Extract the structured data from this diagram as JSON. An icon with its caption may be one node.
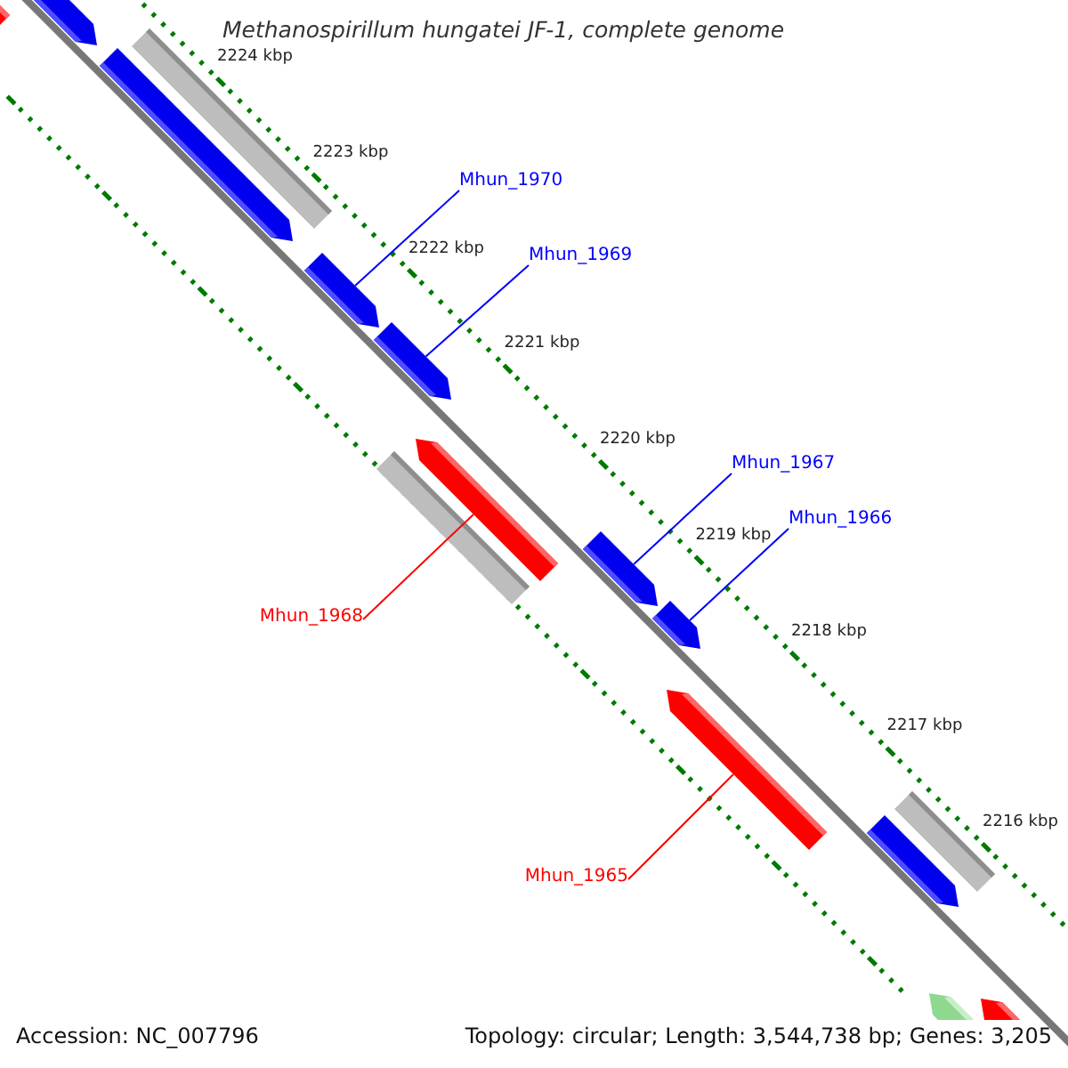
{
  "diagram": {
    "title": "Methanospirillum hungatei JF-1, complete genome",
    "nodes": [
      {
        "text": [],
        "shape": "arrow"
      },
      {
        "text": [],
        "shape": "arrow"
      },
      {
        "text": [],
        "shape": "bar"
      },
      {
        "text": [],
        "shape": "arrow"
      },
      {
        "text": [
          "Mhun_1970"
        ]
      },
      {
        "text": [],
        "shape": "arrow"
      },
      {
        "text": [
          "Mhun_1969"
        ]
      },
      {
        "text": [],
        "shape": "arrow"
      },
      {
        "text": [],
        "shape": "arrow"
      },
      {
        "text": [],
        "shape": "bar"
      },
      {
        "text": [
          "Mhun_1967"
        ]
      },
      {
        "text": [
          "Mhun_1966"
        ]
      },
      {
        "text": [],
        "shape": "arrow"
      },
      {
        "text": [],
        "shape": "arrow"
      },
      {
        "text": [
          "Mhun_1968"
        ]
      },
      {
        "text": [],
        "shape": "arrow"
      },
      {
        "text": [
          "Mhun_1965"
        ]
      },
      {
        "text": [],
        "shape": "bar"
      },
      {
        "text": [],
        "shape": "arrow"
      },
      {
        "text": [],
        "shape": "arrow"
      },
      {
        "text": [],
        "shape": "arrow"
      }
    ],
    "edges": [
      {
        "from": 4,
        "to": 5,
        "arrow": "none"
      },
      {
        "from": 6,
        "to": 7,
        "arrow": "none"
      },
      {
        "from": 10,
        "to": 12,
        "arrow": "none"
      },
      {
        "from": 11,
        "to": 13,
        "arrow": "none"
      },
      {
        "from": 14,
        "to": 8,
        "arrow": "none",
        "color": "#ff0000"
      },
      {
        "from": 16,
        "to": 15,
        "arrow": "none",
        "color": "#ff0000"
      }
    ],
    "labels": [
      "2224 kbp",
      "2223 kbp",
      "2222 kbp",
      "2221 kbp",
      "2220 kbp",
      "2219 kbp",
      "2218 kbp",
      "2217 kbp",
      "2216 kbp",
      "Accession: NC_007796",
      "Topology: circular; Length: 3,544,738 bp; Genes: 3,205"
    ]
  }
}
